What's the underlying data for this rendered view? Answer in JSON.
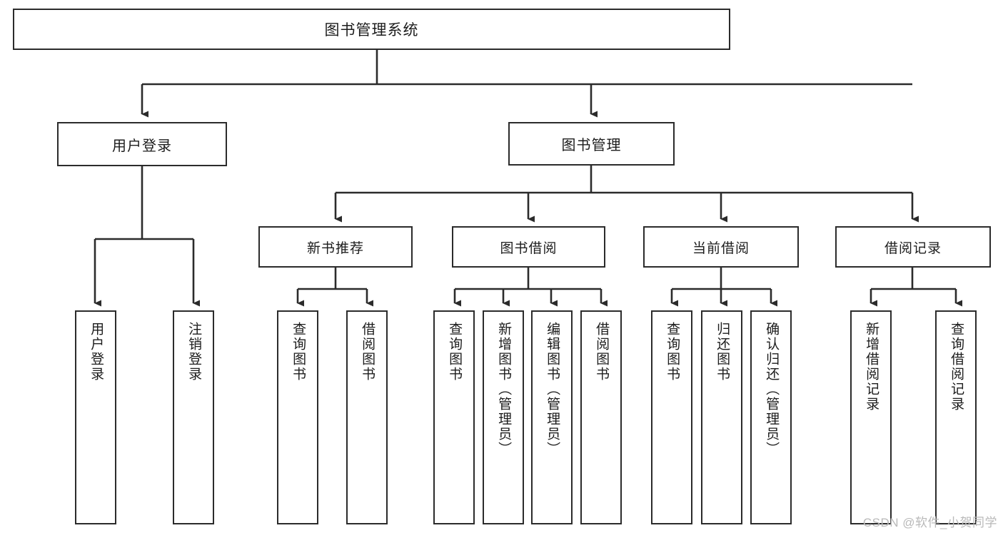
{
  "diagram": {
    "type": "tree",
    "title": "图书管理系统",
    "root": {
      "label": "图书管理系统"
    },
    "level2": [
      {
        "label": "用户登录"
      },
      {
        "label": "图书管理"
      }
    ],
    "level3": [
      {
        "label": "新书推荐"
      },
      {
        "label": "图书借阅"
      },
      {
        "label": "当前借阅"
      },
      {
        "label": "借阅记录"
      }
    ],
    "leaves": {
      "user_login": [
        {
          "label": "用户登录"
        },
        {
          "label": "注销登录"
        }
      ],
      "new_book_recommend": [
        {
          "label": "查询图书"
        },
        {
          "label": "借阅图书"
        }
      ],
      "book_borrow": [
        {
          "label": "查询图书"
        },
        {
          "label": "新增图书（管理员）"
        },
        {
          "label": "编辑图书（管理员）"
        },
        {
          "label": "借阅图书"
        }
      ],
      "current_borrow": [
        {
          "label": "查询图书"
        },
        {
          "label": "归还图书"
        },
        {
          "label": "确认归还（管理员）"
        }
      ],
      "borrow_record": [
        {
          "label": "新增借阅记录"
        },
        {
          "label": "查询借阅记录"
        }
      ]
    },
    "colors": {
      "stroke": "#2b2b2b",
      "fill": "#ffffff",
      "text": "#1c1c1c",
      "watermark": "#b9b9b9"
    }
  },
  "watermark": {
    "text": "CSDN @软件_小贺同学"
  }
}
